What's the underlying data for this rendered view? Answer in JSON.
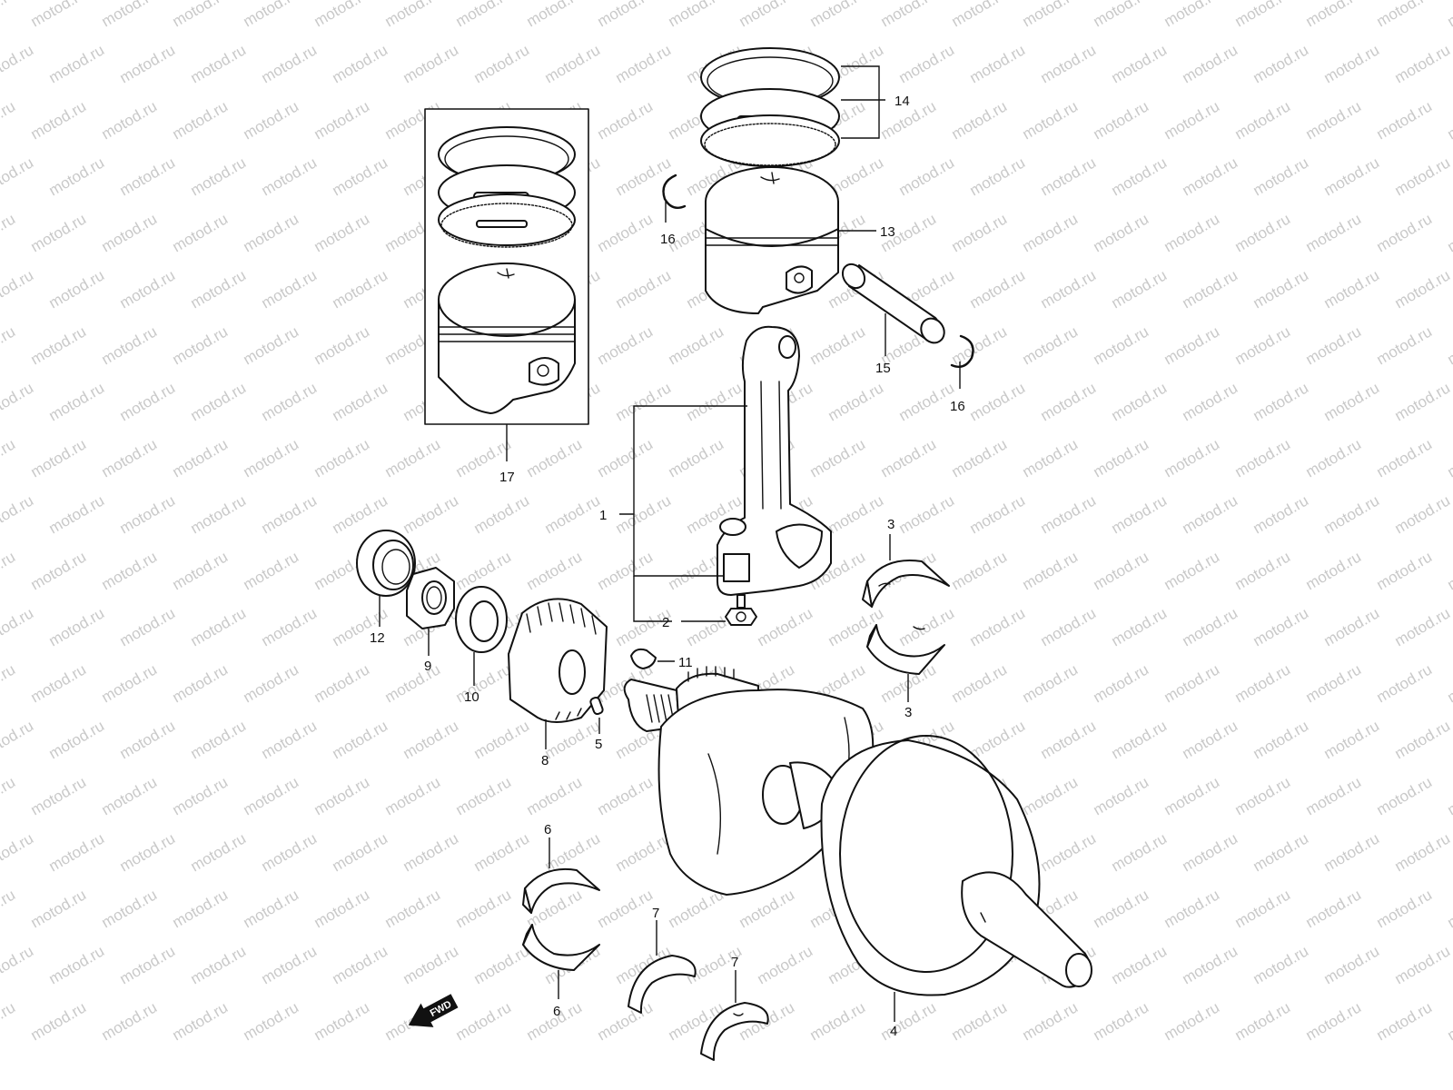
{
  "watermark": {
    "text": "motod.ru"
  },
  "callouts": {
    "c1": "1",
    "c2": "2",
    "c3a": "3",
    "c3b": "3",
    "c4": "4",
    "c5": "5",
    "c6a": "6",
    "c6b": "6",
    "c7a": "7",
    "c7b": "7",
    "c8": "8",
    "c9": "9",
    "c10": "10",
    "c11": "11",
    "c12": "12",
    "c13": "13",
    "c14": "14",
    "c15": "15",
    "c16a": "16",
    "c16b": "16",
    "c17": "17"
  },
  "fwd_badge": {
    "label": "FWD"
  }
}
